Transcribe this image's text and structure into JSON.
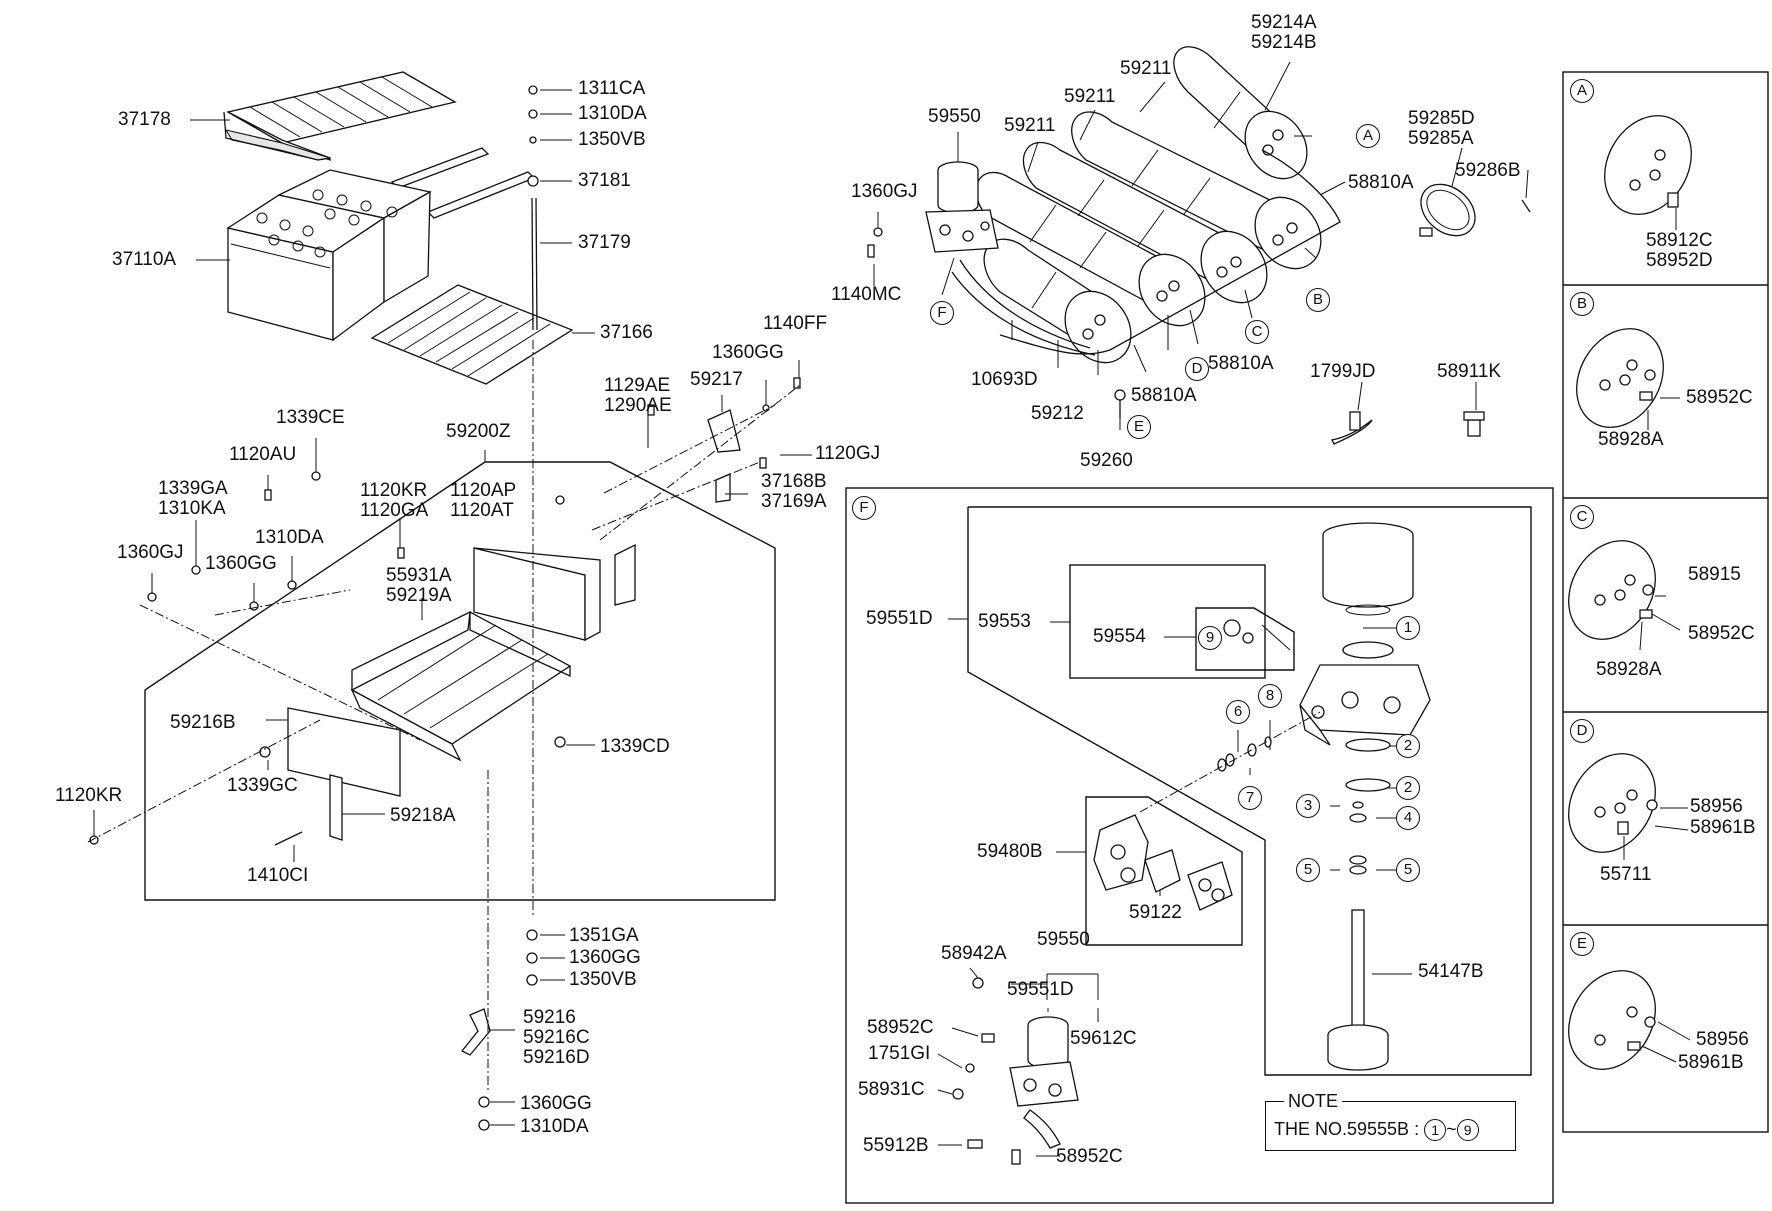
{
  "labels": [
    {
      "id": "37178",
      "lines": [
        "37178"
      ]
    },
    {
      "id": "1311CA",
      "lines": [
        "1311CA"
      ]
    },
    {
      "id": "1310DA-top",
      "lines": [
        "1310DA"
      ]
    },
    {
      "id": "1350VB-top",
      "lines": [
        "1350VB"
      ]
    },
    {
      "id": "37181",
      "lines": [
        "37181"
      ]
    },
    {
      "id": "37179",
      "lines": [
        "37179"
      ]
    },
    {
      "id": "37110A",
      "lines": [
        "37110A"
      ]
    },
    {
      "id": "37166",
      "lines": [
        "37166"
      ]
    },
    {
      "id": "1140FF",
      "lines": [
        "1140FF"
      ]
    },
    {
      "id": "1360GG-a",
      "lines": [
        "1360GG"
      ]
    },
    {
      "id": "1129AE",
      "lines": [
        "1129AE",
        "1290AE"
      ]
    },
    {
      "id": "59217",
      "lines": [
        "59217"
      ]
    },
    {
      "id": "1339CE",
      "lines": [
        "1339CE"
      ]
    },
    {
      "id": "59200Z",
      "lines": [
        "59200Z"
      ]
    },
    {
      "id": "1120AU",
      "lines": [
        "1120AU"
      ]
    },
    {
      "id": "1120GJ",
      "lines": [
        "1120GJ"
      ]
    },
    {
      "id": "37168B",
      "lines": [
        "37168B",
        "37169A"
      ]
    },
    {
      "id": "1339GA",
      "lines": [
        "1339GA",
        "1310KA"
      ]
    },
    {
      "id": "1120KR-a",
      "lines": [
        "1120KR",
        "1120GA"
      ]
    },
    {
      "id": "1120AP",
      "lines": [
        "1120AP",
        "1120AT"
      ]
    },
    {
      "id": "1310DA-mid",
      "lines": [
        "1310DA"
      ]
    },
    {
      "id": "1360GJ-left",
      "lines": [
        "1360GJ"
      ]
    },
    {
      "id": "1360GG-b",
      "lines": [
        "1360GG"
      ]
    },
    {
      "id": "55931A",
      "lines": [
        "55931A",
        "59219A"
      ]
    },
    {
      "id": "59216B",
      "lines": [
        "59216B"
      ]
    },
    {
      "id": "1339CD",
      "lines": [
        "1339CD"
      ]
    },
    {
      "id": "1339GC",
      "lines": [
        "1339GC"
      ]
    },
    {
      "id": "1120KR-b",
      "lines": [
        "1120KR"
      ]
    },
    {
      "id": "59218A",
      "lines": [
        "59218A"
      ]
    },
    {
      "id": "1410CI",
      "lines": [
        "1410CI"
      ]
    },
    {
      "id": "1351GA",
      "lines": [
        "1351GA"
      ]
    },
    {
      "id": "1360GG-c",
      "lines": [
        "1360GG"
      ]
    },
    {
      "id": "1350VB-bot",
      "lines": [
        "1350VB"
      ]
    },
    {
      "id": "59216",
      "lines": [
        "59216",
        "59216C",
        "59216D"
      ]
    },
    {
      "id": "1360GG-d",
      "lines": [
        "1360GG"
      ]
    },
    {
      "id": "1310DA-bot",
      "lines": [
        "1310DA"
      ]
    },
    {
      "id": "59214A",
      "lines": [
        "59214A",
        "59214B"
      ]
    },
    {
      "id": "59211-a",
      "lines": [
        "59211"
      ]
    },
    {
      "id": "59211-b",
      "lines": [
        "59211"
      ]
    },
    {
      "id": "59211-c",
      "lines": [
        "59211"
      ]
    },
    {
      "id": "59550-top",
      "lines": [
        "59550"
      ]
    },
    {
      "id": "1360GJ-top",
      "lines": [
        "1360GJ"
      ]
    },
    {
      "id": "59285D",
      "lines": [
        "59285D",
        "59285A"
      ]
    },
    {
      "id": "59286B",
      "lines": [
        "59286B"
      ]
    },
    {
      "id": "58810A-a",
      "lines": [
        "58810A"
      ]
    },
    {
      "id": "1140MC",
      "lines": [
        "1140MC"
      ]
    },
    {
      "id": "10693D",
      "lines": [
        "10693D"
      ]
    },
    {
      "id": "58810A-b",
      "lines": [
        "58810A"
      ]
    },
    {
      "id": "1799JD",
      "lines": [
        "1799JD"
      ]
    },
    {
      "id": "58911K",
      "lines": [
        "58911K"
      ]
    },
    {
      "id": "59212",
      "lines": [
        "59212"
      ]
    },
    {
      "id": "58810A-c",
      "lines": [
        "58810A"
      ]
    },
    {
      "id": "59260",
      "lines": [
        "59260"
      ]
    },
    {
      "id": "59551D-a",
      "lines": [
        "59551D"
      ]
    },
    {
      "id": "59553",
      "lines": [
        "59553"
      ]
    },
    {
      "id": "59554",
      "lines": [
        "59554"
      ]
    },
    {
      "id": "59480B",
      "lines": [
        "59480B"
      ]
    },
    {
      "id": "59122",
      "lines": [
        "59122"
      ]
    },
    {
      "id": "54147B",
      "lines": [
        "54147B"
      ]
    },
    {
      "id": "58942A",
      "lines": [
        "58942A"
      ]
    },
    {
      "id": "59550-bot",
      "lines": [
        "59550"
      ]
    },
    {
      "id": "59551D-b",
      "lines": [
        "59551D"
      ]
    },
    {
      "id": "58952C-a",
      "lines": [
        "58952C"
      ]
    },
    {
      "id": "59612C",
      "lines": [
        "59612C"
      ]
    },
    {
      "id": "1751GI",
      "lines": [
        "1751GI"
      ]
    },
    {
      "id": "58931C",
      "lines": [
        "58931C"
      ]
    },
    {
      "id": "55912B",
      "lines": [
        "55912B"
      ]
    },
    {
      "id": "58952C-b",
      "lines": [
        "58952C"
      ]
    },
    {
      "id": "58912C",
      "lines": [
        "58912C",
        "58952D"
      ]
    },
    {
      "id": "58952C-B",
      "lines": [
        "58952C"
      ]
    },
    {
      "id": "58928A-B",
      "lines": [
        "58928A"
      ]
    },
    {
      "id": "58915",
      "lines": [
        "58915"
      ]
    },
    {
      "id": "58952C-C",
      "lines": [
        "58952C"
      ]
    },
    {
      "id": "58928A-C",
      "lines": [
        "58928A"
      ]
    },
    {
      "id": "58956-D",
      "lines": [
        "58956"
      ]
    },
    {
      "id": "58961B-D",
      "lines": [
        "58961B"
      ]
    },
    {
      "id": "55711",
      "lines": [
        "55711"
      ]
    },
    {
      "id": "58956-E",
      "lines": [
        "58956"
      ]
    },
    {
      "id": "58961B-E",
      "lines": [
        "58961B"
      ]
    }
  ],
  "callouts": [
    {
      "id": "A-tank",
      "text": "A"
    },
    {
      "id": "B-tank",
      "text": "B"
    },
    {
      "id": "C-tank",
      "text": "C"
    },
    {
      "id": "D-tank",
      "text": "D"
    },
    {
      "id": "E-tank",
      "text": "E"
    },
    {
      "id": "F-tank",
      "text": "F"
    },
    {
      "id": "F-box",
      "text": "F"
    },
    {
      "id": "A-panel",
      "text": "A"
    },
    {
      "id": "B-panel",
      "text": "B"
    },
    {
      "id": "C-panel",
      "text": "C"
    },
    {
      "id": "D-panel",
      "text": "D"
    },
    {
      "id": "E-panel",
      "text": "E"
    },
    {
      "id": "n1",
      "text": "1"
    },
    {
      "id": "n2a",
      "text": "2"
    },
    {
      "id": "n2b",
      "text": "2"
    },
    {
      "id": "n3",
      "text": "3"
    },
    {
      "id": "n4",
      "text": "4"
    },
    {
      "id": "n5a",
      "text": "5"
    },
    {
      "id": "n5b",
      "text": "5"
    },
    {
      "id": "n6",
      "text": "6"
    },
    {
      "id": "n7",
      "text": "7"
    },
    {
      "id": "n8",
      "text": "8"
    },
    {
      "id": "n9",
      "text": "9"
    }
  ],
  "note": {
    "title": "NOTE",
    "text": "THE NO.59555B :",
    "range_start": "1",
    "range_sep": "~",
    "range_end": "9"
  }
}
